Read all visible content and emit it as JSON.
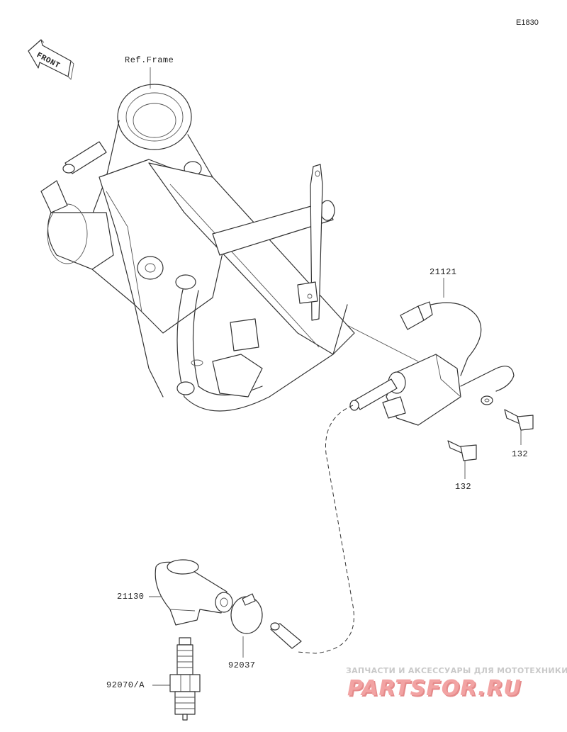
{
  "diagram": {
    "code": "E1830",
    "front_label": "FRONT",
    "ref_label": "Ref.Frame",
    "callouts": {
      "wire_lead": "21121",
      "bolt_right": "132",
      "bolt_mid": "132",
      "plug_cap": "21130",
      "clamp": "92037",
      "spark_plug": "92070/A"
    }
  },
  "watermark": {
    "subtitle": "ЗАПЧАСТИ И АКСЕССУАРЫ ДЛЯ МОТОТЕХНИКИ",
    "brand": "PARTSFOR.RU"
  }
}
